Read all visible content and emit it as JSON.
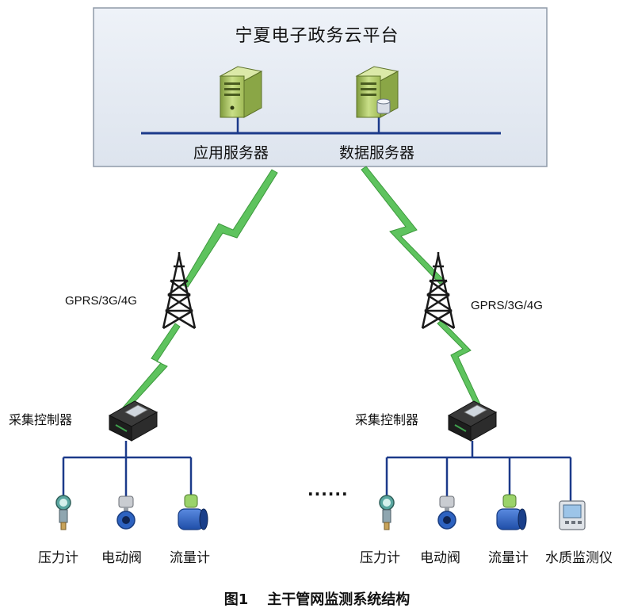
{
  "cloud": {
    "title": "宁夏电子政务云平台",
    "servers": [
      {
        "label": "应用服务器",
        "icon": "application-server-icon"
      },
      {
        "label": "数据服务器",
        "icon": "database-server-icon"
      }
    ]
  },
  "network_label": "GPRS/3G/4G",
  "controller_label": "采集控制器",
  "groups": [
    {
      "devices": [
        "压力计",
        "电动阀",
        "流量计"
      ]
    },
    {
      "devices": [
        "压力计",
        "电动阀",
        "流量计",
        "水质监测仪"
      ]
    }
  ],
  "ellipsis": "......",
  "caption": {
    "number": "图1",
    "title": "主干管网监测系统结构"
  },
  "colors": {
    "cloud_fill": "#e6ecf4",
    "cloud_border": "#8f9aa8",
    "bus_line": "#1c3a8a",
    "lightning": "#5ec35e",
    "server_green": "#b9d27a",
    "valve_blue": "#2d62c0",
    "flow_blue": "#2c5fc7"
  }
}
